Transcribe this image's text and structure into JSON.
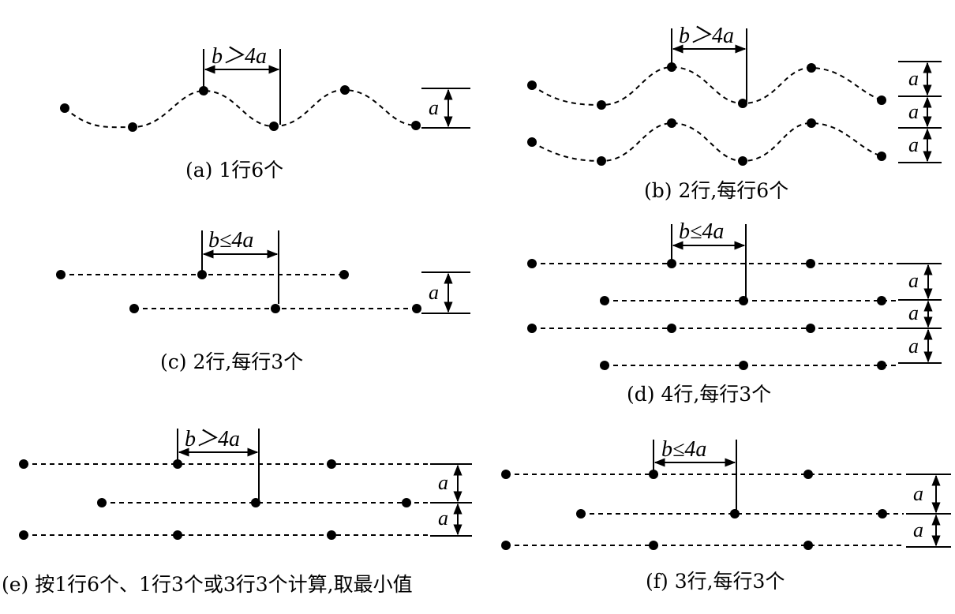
{
  "panels": {
    "a": {
      "caption": "(a) 1行6个",
      "spacing_label": "b＞4a",
      "dim_label": "a"
    },
    "b": {
      "caption": "(b) 2行,每行6个",
      "spacing_label": "b＞4a",
      "dim_label": "a"
    },
    "c": {
      "caption": "(c) 2行,每行3个",
      "spacing_label": "b≤4a",
      "dim_label": "a"
    },
    "d": {
      "caption": "(d) 4行,每行3个",
      "spacing_label": "b≤4a",
      "dim_label": "a"
    },
    "e": {
      "caption": "(e) 按1行6个、1行3个或3行3个计算,取最小值",
      "spacing_label": "b＞4a",
      "dim_label": "a"
    },
    "f": {
      "caption": "(f) 3行,每行3个",
      "spacing_label": "b≤4a",
      "dim_label": "a"
    }
  }
}
